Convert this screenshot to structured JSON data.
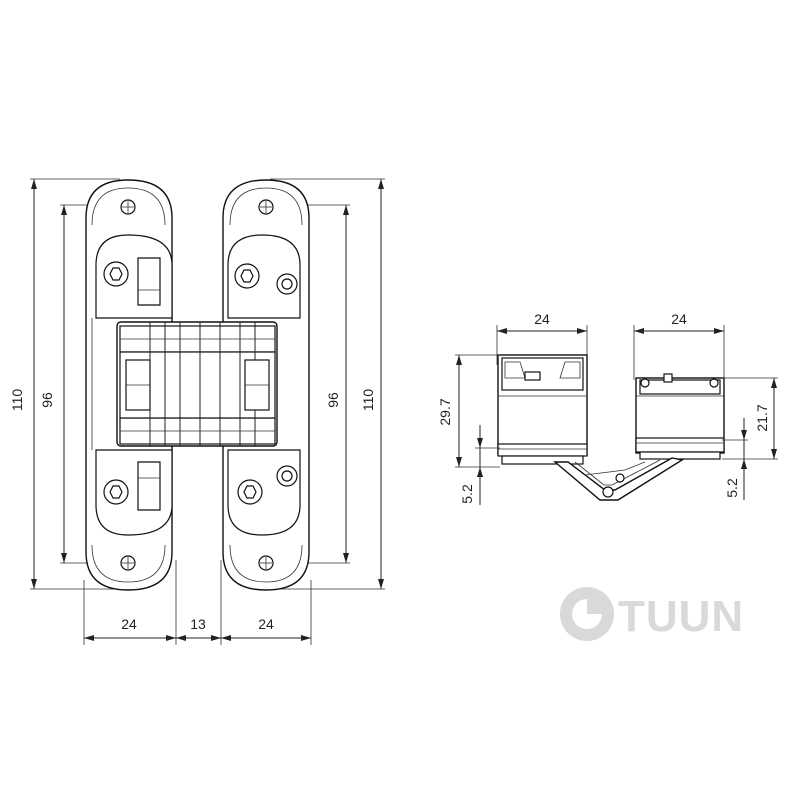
{
  "front_view": {
    "height_outer": "110",
    "height_inner": "96",
    "width_left": "24",
    "width_gap": "13",
    "width_right": "24"
  },
  "side_view": {
    "width_left": "24",
    "width_right": "24",
    "height_left": "29.7",
    "height_right": "21.7",
    "offset_left": "5.2",
    "offset_right": "5.2"
  },
  "watermark": {
    "brand": "TUUN"
  },
  "colors": {
    "line": "#222222",
    "watermark": "#d9d9d9"
  }
}
